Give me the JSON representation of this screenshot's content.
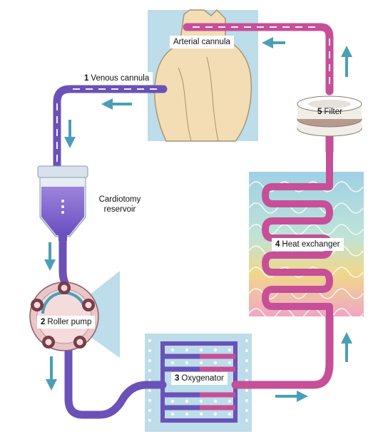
{
  "colors": {
    "venous_blood": "#6a52b8",
    "arterial_blood": "#c64f98",
    "flow_arrow": "#4a9fb6",
    "panel_blue": "#bcdde9",
    "heart": "#f3ddb4",
    "reservoir_fluid": "#8a6bd2",
    "pump_body": "#e9c6c8"
  },
  "labels": {
    "venous_cannula": {
      "number": "1",
      "text": "Venous cannula"
    },
    "arterial_cannula": {
      "text": "Arterial cannula"
    },
    "filter": {
      "number": "5",
      "text": "Filter"
    },
    "cardiotomy_reservoir": {
      "line1": "Cardiotomy",
      "line2": "reservoir"
    },
    "heat_exchanger": {
      "number": "4",
      "text": "Heat exchanger"
    },
    "roller_pump": {
      "number": "2",
      "text": "Roller pump"
    },
    "oxygenator": {
      "number": "3",
      "text": "Oxygenator"
    }
  }
}
